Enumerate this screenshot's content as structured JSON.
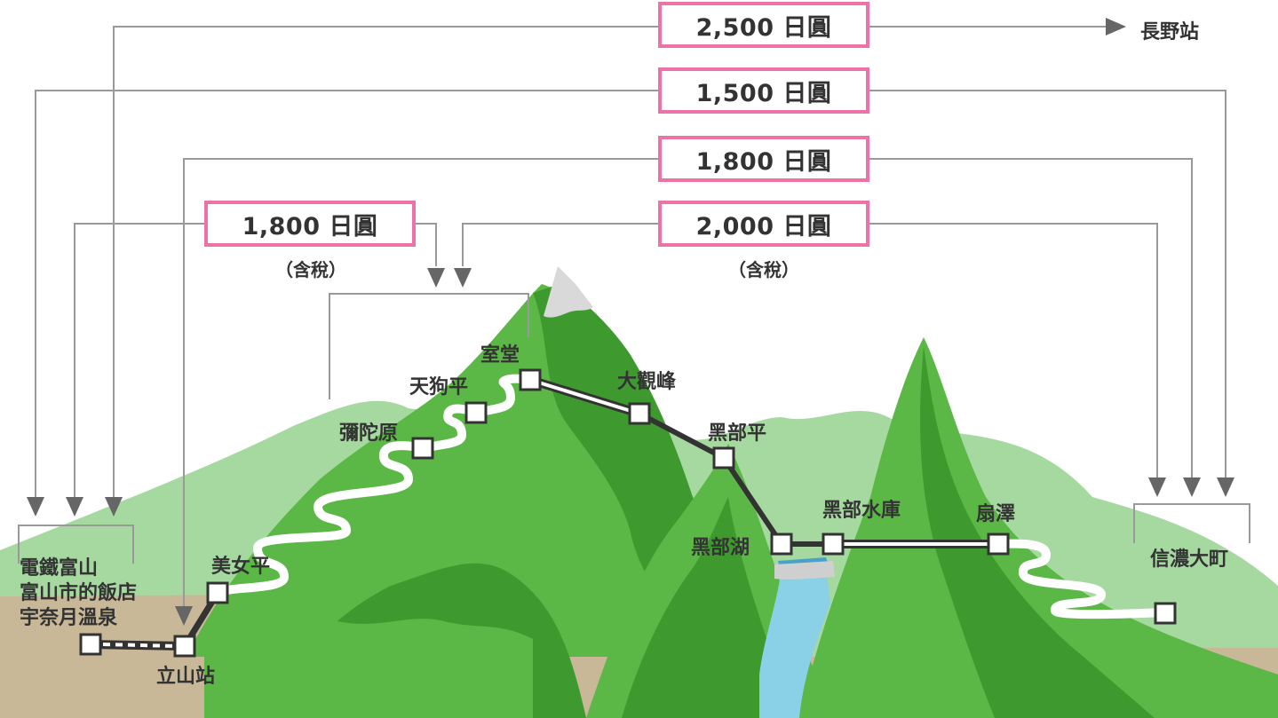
{
  "fares": {
    "nagano": "2,500 日圓",
    "inner": "1,500 日圓",
    "mid": "1,800 日圓",
    "left": "1,800 日圓",
    "right": "2,000 日圓",
    "tax_left": "（含稅）",
    "tax_right": "（含稅）"
  },
  "destination": "長野站",
  "stations": {
    "dentetsu_1": "電鐵富山",
    "dentetsu_2": "富山市的飯店",
    "dentetsu_3": "宇奈月溫泉",
    "tateyama": "立山站",
    "bijodaira": "美女平",
    "midagahara": "彌陀原",
    "tengudaira": "天狗平",
    "murodo": "室堂",
    "daikanbo": "大觀峰",
    "kurobedaira": "黑部平",
    "kurobeko": "黑部湖",
    "kurobe_dam": "黑部水庫",
    "ogizawa": "扇澤",
    "shinano_omachi": "信濃大町"
  },
  "colors": {
    "fare_border": "#ec72a7",
    "mountain_dark": "#3e9a2e",
    "mountain_mid": "#5cb846",
    "mountain_light": "#a6d9a0",
    "ground": "#c8b898",
    "water": "#8ad0e6",
    "route_line": "#333333"
  }
}
